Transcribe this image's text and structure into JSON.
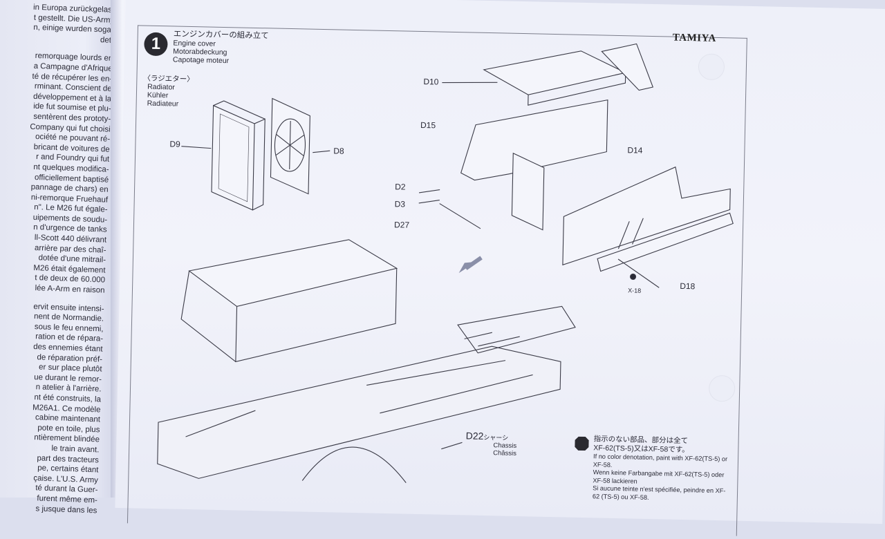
{
  "left_page": {
    "lines": [
      "in Europa zurückgelas-",
      "t gestellt. Die US-Army",
      "n, einige wurden sogar",
      "det.",
      "",
      "remorquage lourds en",
      "a Campagne d'Afrique",
      "té de récupérer les en-",
      "rminant. Conscient de",
      "développement et à la",
      "ide fut soumise et plu-",
      "sentèrent des prototy-",
      "Company qui fut choisi",
      "ociété ne pouvant ré-",
      "bricant de voitures de",
      "r and Foundry qui fut",
      "nt quelques modifica-",
      "officiellement baptisé",
      "pannage de chars) en",
      "ni-remorque Fruehauf",
      "n\". Le M26 fut égale-",
      "uipements de soudu-",
      "n d'urgence de tanks",
      "ll-Scott 440 délivrant",
      "arrière par des chaî-",
      " dotée d'une mitrail-",
      "M26 était également",
      "t de deux de 60.000",
      "lée A-Arm en raison",
      "",
      "ervit ensuite intensi-",
      "nent de Normandie.",
      "sous le feu ennemi,",
      "ration et de répara-",
      "des ennemies étant",
      " de réparation préf-",
      "er sur place plutôt",
      "ue durant le remor-",
      "n atelier à l'arrière.",
      "nt été construits, la",
      "M26A1. Ce modèle",
      "cabine maintenant",
      "pote en toile, plus",
      "ntièrement blindée",
      " le train avant.",
      "part des tracteurs",
      "pe, certains étant",
      "çaise. L'U.S. Army",
      "té durant la Guer-",
      "furent même em-",
      "s jusque dans les"
    ]
  },
  "right_page": {
    "brand": "TAMIYA",
    "step": {
      "number": "1",
      "title_jp": "エンジンカバーの組み立て",
      "title_en": "Engine cover",
      "title_de": "Motorabdeckung",
      "title_fr": "Capotage moteur"
    },
    "subassembly": {
      "title_jp": "〈ラジエター〉",
      "en": "Radiator",
      "de": "Kühler",
      "fr": "Radiateur"
    },
    "parts": {
      "d9": "D9",
      "d8": "D8",
      "d10": "D10",
      "d15": "D15",
      "d2": "D2",
      "d3": "D3",
      "d27": "D27",
      "d14": "D14",
      "d18": "D18",
      "x18": "X-18",
      "d22": "D22",
      "d22_jp": "シャーシ",
      "d22_en": "Chassis",
      "d22_fr": "Châssis"
    },
    "paint_note": {
      "jp_1": "指示のない部品、部分は全て",
      "jp_2": "XF-62(TS-5)又はXF-58です。",
      "en": "If no color denotation, paint with XF-62(TS-5) or XF-58.",
      "de": "Wenn keine Farbangabe mit XF-62(TS-5) oder XF-58 lackieren",
      "fr": "Si aucune teinte n'est spécifiée, peindre en XF-62 (TS-5) ou XF-58."
    }
  },
  "colors": {
    "ink": "#2a2a36",
    "paper": "#eef0f9",
    "arrow": "#8a8fa8"
  }
}
